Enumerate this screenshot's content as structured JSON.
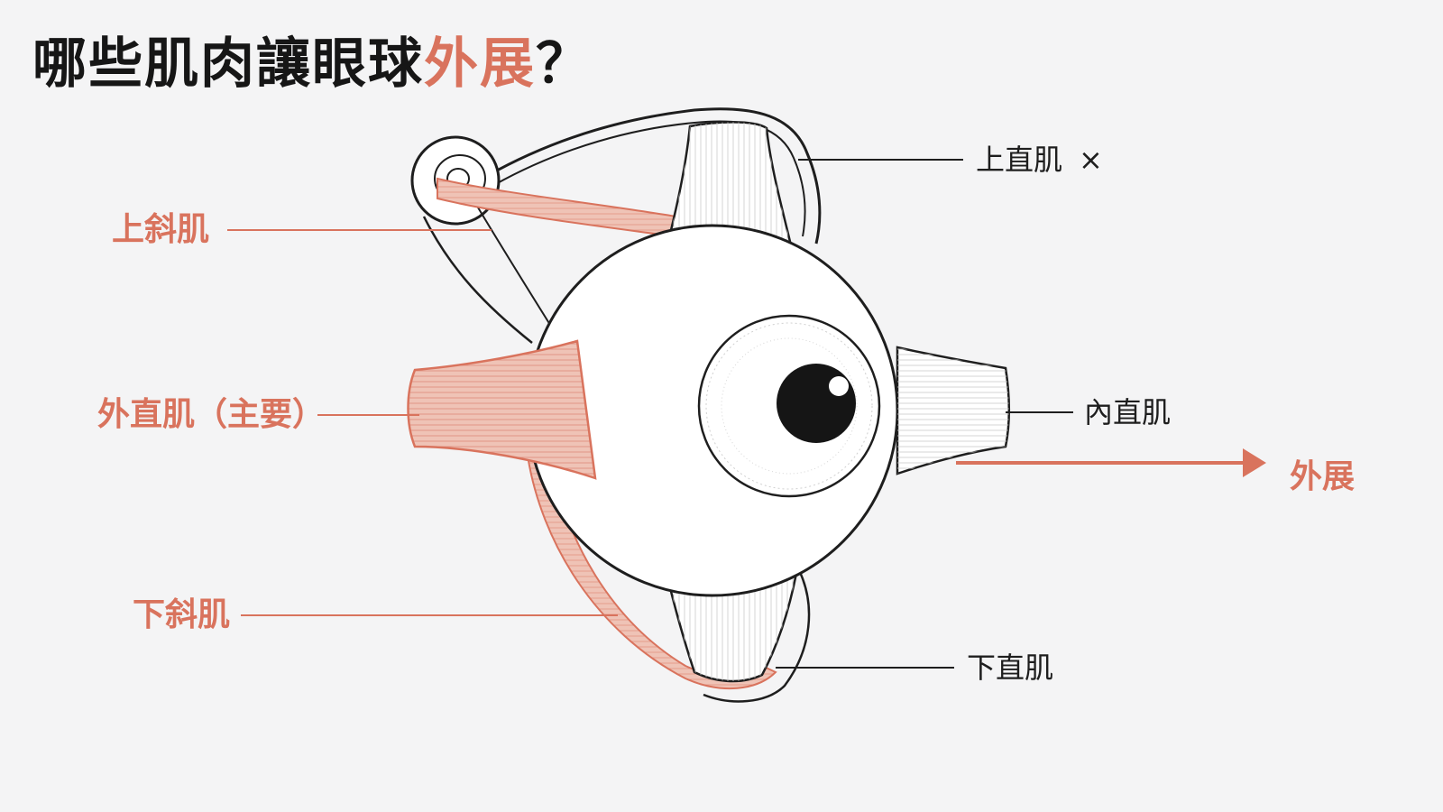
{
  "title": {
    "prefix": "哪些肌肉讓眼球",
    "highlight": "外展",
    "suffix": "？"
  },
  "labels": {
    "superior_oblique": "上斜肌",
    "lateral_rectus": "外直肌（主要）",
    "inferior_oblique": "下斜肌",
    "superior_rectus": "上直肌",
    "superior_rectus_mark": "×",
    "medial_rectus": "內直肌",
    "inferior_rectus": "下直肌",
    "abduction": "外展"
  },
  "colors": {
    "accent": "#d9735d",
    "muscle_fill": "#efc3b6",
    "line_dark": "#1e1e1e",
    "background": "#f4f4f5"
  }
}
